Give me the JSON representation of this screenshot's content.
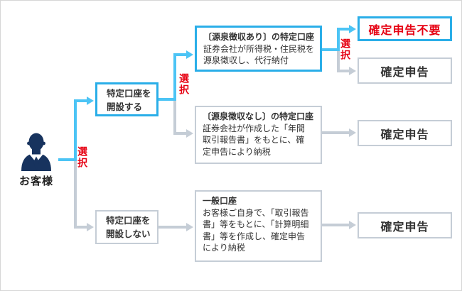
{
  "colors": {
    "accent_blue_border": "#2aaee8",
    "line_blue": "#4cc4f5",
    "line_gray": "#c5cdd6",
    "highlight_red": "#e60012",
    "person_navy": "#17335e",
    "text_dark": "#333333"
  },
  "actor": {
    "label": "お客様",
    "icon": "person-icon"
  },
  "select_labels": {
    "left": "選択",
    "middle": "選択",
    "right": "選択"
  },
  "nodes": {
    "open_yes": {
      "line1": "特定口座を",
      "line2": "開設する"
    },
    "open_no": {
      "line1": "特定口座を",
      "line2": "開設しない"
    },
    "with_withholding": {
      "title": "〔源泉徴収あり〕の特定口座",
      "body_lines": [
        "証券会社が所得税・住民税を",
        "源泉徴収し、代行納付"
      ]
    },
    "without_withholding": {
      "title": "〔源泉徴収なし〕の特定口座",
      "body_lines": [
        "証券会社が作成した「年間",
        "取引報告書」をもとに、確",
        "定申告により納税"
      ]
    },
    "general_account": {
      "title": "一般口座",
      "body_lines": [
        "お客様ご自身で、「取引報告",
        "書」等をもとに、「計算明細",
        "書」等を作成し、確定申告",
        "により納税"
      ]
    },
    "no_filing": {
      "label": "確定申告不要"
    },
    "filing_top": {
      "label": "確定申告"
    },
    "filing_mid": {
      "label": "確定申告"
    },
    "filing_bottom": {
      "label": "確定申告"
    }
  }
}
